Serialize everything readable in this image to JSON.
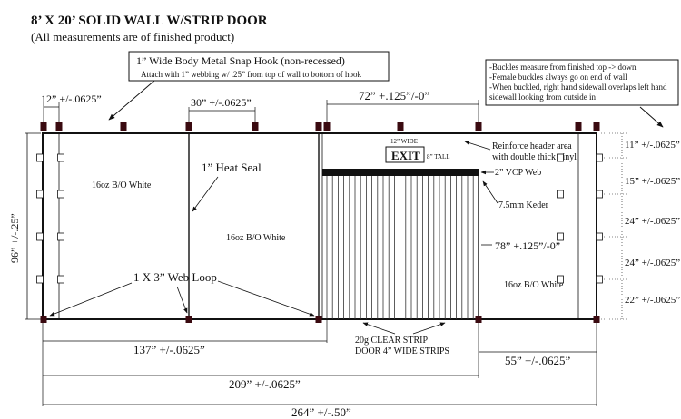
{
  "title": "8’ X 20’ SOLID WALL W/STRIP DOOR",
  "subtitle": "(All measurements are of finished product)",
  "hook_box": {
    "line1": "1” Wide Body Metal Snap Hook (non-recessed)",
    "line2": "Attach with 1” webbing  w/ .25” from top of wall to bottom of hook"
  },
  "notes": [
    "-Buckles measure from finished top -> down",
    "-Female buckles always go on end of wall",
    "-When buckled, right hand sidewall overlaps left hand",
    "  sidewall looking from outside in"
  ],
  "dims": {
    "hook_spacing_left": "12” +/-.0625”",
    "hook_spacing_mid": "30” +/-.0625”",
    "door_width": "72” +.125”/-0”",
    "height": "96” +/-.25”",
    "loop_to_door": "137” +/-.0625”",
    "right_panel": "55” +/-.0625”",
    "to_door_right": "209” +/-.0625”",
    "total": "264” +/-.50”",
    "strip_length": "78” +.125”/-0”",
    "buckle_spacing": [
      "11” +/-.0625”",
      "15” +/-.0625”",
      "24” +/-.0625”",
      "24” +/-.0625”",
      "22” +/-.0625”"
    ]
  },
  "labels": {
    "heat_seal": "1” Heat Seal",
    "web_loop": "1 X 3” Web Loop",
    "panel_left": "16oz B/O White",
    "panel_mid": "16oz B/O White",
    "panel_right": "16oz B/O White",
    "exit": "EXIT",
    "exit_width": "12” WIDE",
    "exit_height": "8” TALL",
    "reinforce1": "Reinforce header area",
    "reinforce2": "with double thick vinyl",
    "vcp_web": "2” VCP Web",
    "keder": "7.5mm Keder",
    "strip1": "20g CLEAR STRIP",
    "strip2": "DOOR 4” WIDE STRIPS"
  },
  "colors": {
    "line": "#111111",
    "accent": "#3a0a10"
  }
}
